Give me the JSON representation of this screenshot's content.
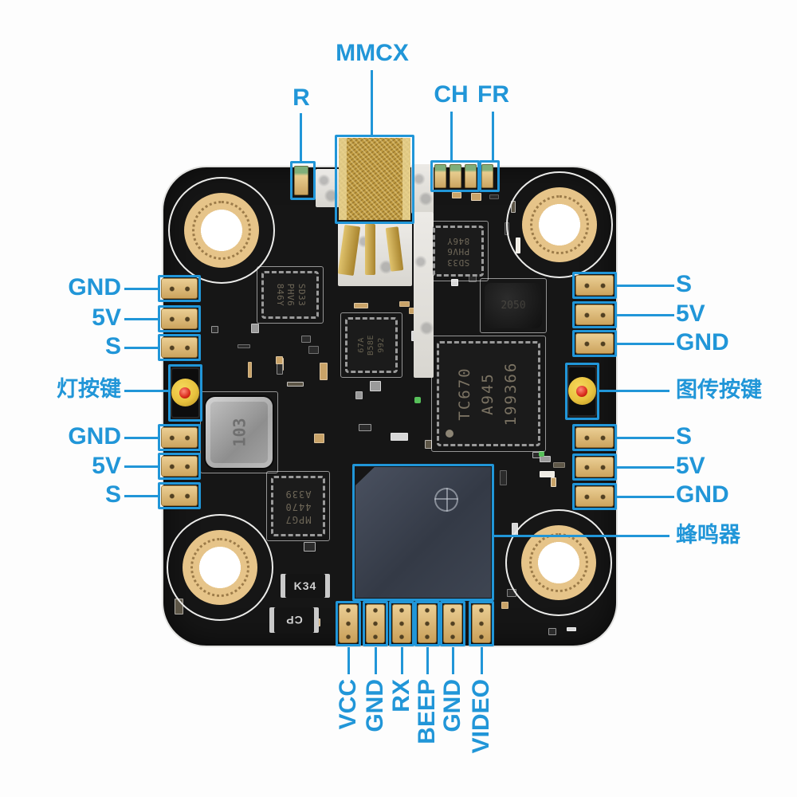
{
  "annotation_color": "#2196d8",
  "annotations": {
    "top": {
      "mmcx": "MMCX",
      "r": "R",
      "ch": "CH",
      "fr": "FR"
    },
    "left": [
      "GND",
      "5V",
      "S",
      "灯按键",
      "GND",
      "5V",
      "S"
    ],
    "right": [
      "S",
      "5V",
      "GND",
      "图传按键",
      "S",
      "5V",
      "GND",
      "蜂鸣器"
    ],
    "bottom": [
      "VCC",
      "GND",
      "RX",
      "BEEP",
      "GND",
      "VIDEO"
    ]
  },
  "chips": {
    "main": {
      "lines": [
        "TC670",
        "A945",
        "199366"
      ]
    },
    "rf_top": {
      "lines": [
        "SD33",
        "PHV6",
        "846Y"
      ]
    },
    "rf_left": {
      "lines": [
        "SD33",
        "PHV6",
        "846Y"
      ]
    },
    "aux": {
      "lines": [
        "67A",
        "B58E",
        "992"
      ]
    },
    "regulator": {
      "lines": [
        "MPG7",
        "4470",
        "A339"
      ]
    },
    "inductor": {
      "marking": "103"
    },
    "diode_a": {
      "marking": "K34"
    },
    "diode_b": {
      "marking": "CP"
    },
    "oscillator": {
      "marking": "2050"
    }
  },
  "board_colors": {
    "pcb": "#161616",
    "pad_gold": "#d9b26c",
    "mmcx_gold": "#bf9a41",
    "buzzer": "#3c424e",
    "button_yellow": "#e8c23e",
    "led_red": "#d92b1a"
  }
}
